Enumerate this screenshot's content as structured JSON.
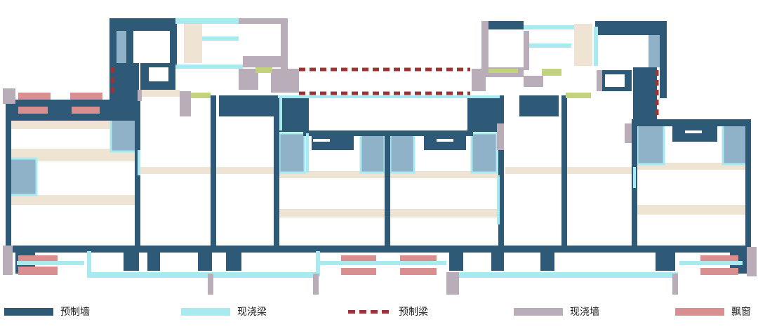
{
  "colors": {
    "precast_wall": "#2e5a78",
    "cast_beam": "#a9eaf0",
    "precast_beam": "#9a3434",
    "cast_wall": "#b9adb9",
    "bay_window": "#d98f8f",
    "room_fill": "#ffffff",
    "partition": "#efe4d3",
    "glass": "#8fb2c9",
    "accent_green": "#c3d27c"
  },
  "legend": [
    {
      "label": "预制墙",
      "color": "#2e5a78",
      "style": "solid"
    },
    {
      "label": "现浇梁",
      "color": "#a9eaf0",
      "style": "solid"
    },
    {
      "label": "预制梁",
      "color": "#9a3434",
      "style": "dashed"
    },
    {
      "label": "现浇墙",
      "color": "#b9adb9",
      "style": "solid"
    },
    {
      "label": "飘窗",
      "color": "#d98f8f",
      "style": "solid"
    }
  ]
}
